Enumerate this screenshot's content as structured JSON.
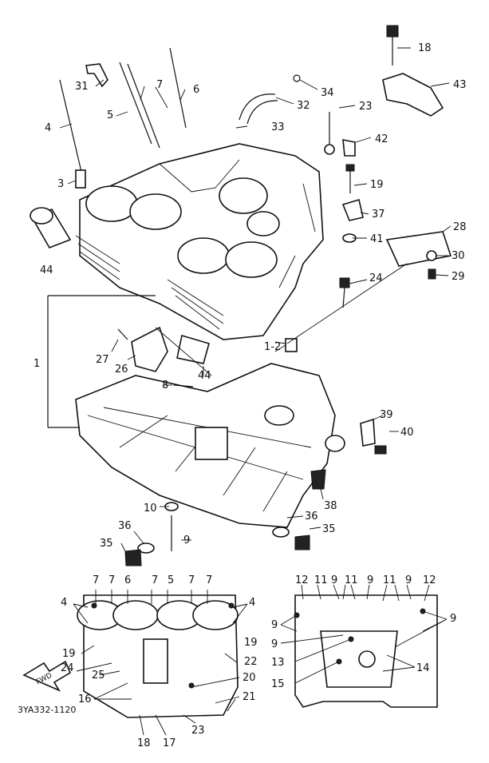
{
  "diagram_code": "3YA332-1120",
  "fwd_label": "FWD",
  "callouts": {
    "c18_top": "18",
    "c43": "43",
    "c34": "34",
    "c31": "31",
    "c7": "7",
    "c6": "6",
    "c32": "32",
    "c23_top": "23",
    "c4": "4",
    "c5": "5",
    "c33": "33",
    "c42": "42",
    "c3": "3",
    "c19": "19",
    "c37": "37",
    "c28": "28",
    "c41": "41",
    "c30": "30",
    "c44_left": "44",
    "c29": "29",
    "c24": "24",
    "c1": "1",
    "c1_2": "1-2",
    "c27": "27",
    "c26": "26",
    "c44_mid": "44",
    "c8": "8",
    "c39": "39",
    "c40": "40",
    "c38": "38",
    "c10": "10",
    "c36_right": "36",
    "c35_right": "35",
    "c9": "9",
    "c36_left": "36",
    "c35_left": "35"
  },
  "bolt_diagram_left": {
    "top_labels": [
      "7",
      "7",
      "6",
      "7",
      "5",
      "7",
      "7"
    ],
    "side_labels": {
      "l4": "4",
      "r4": "4",
      "l19": "19",
      "r19": "19",
      "l24": "24",
      "l25": "25",
      "l16": "16",
      "r22": "22",
      "r20": "20",
      "r21": "21",
      "b18": "18",
      "b17": "17",
      "b23": "23"
    }
  },
  "bolt_diagram_right": {
    "top_labels": [
      "12",
      "11",
      "9",
      "11",
      "9",
      "11",
      "9",
      "12"
    ],
    "side_labels": {
      "l9a": "9",
      "l9b": "9",
      "l13": "13",
      "l15": "15",
      "r9": "9",
      "r14": "14"
    }
  }
}
